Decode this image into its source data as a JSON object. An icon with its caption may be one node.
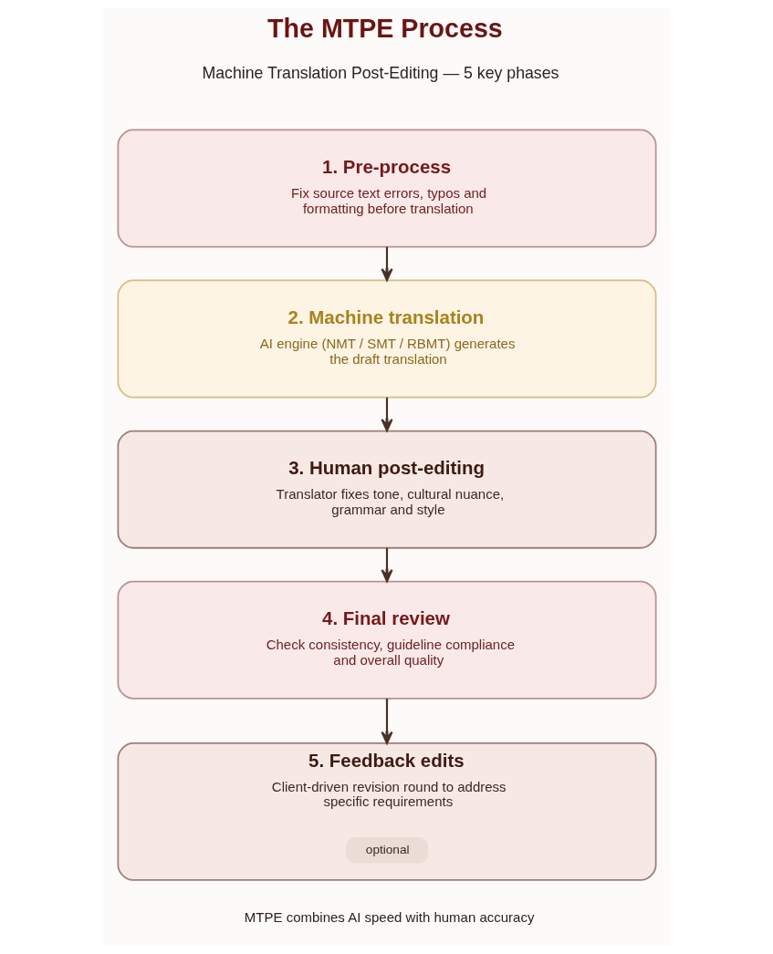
{
  "diagram": {
    "title": "The MTPE Process",
    "caption": "MTPE combines AI speed with human accuracy",
    "nodes": [
      {
        "text": [
          "1. Pre-process",
          "Fix source text errors, typos and formatting before translation"
        ]
      },
      {
        "text": [
          "2. Machine translation",
          "AI engine (NMT / SMT / RBMT) generates the draft translation"
        ]
      },
      {
        "text": [
          "3. Human post-editing",
          "Translator fixes tone, cultural nuance, grammar and style"
        ]
      },
      {
        "text": [
          "4. Final review",
          "Check consistency, guideline compliance and overall quality"
        ]
      },
      {
        "text": [
          "5. Feedback edits",
          "Client-driven revision round to address specific requirements"
        ]
      },
      {
        "text": [
          "optional"
        ],
        "in": 4
      }
    ],
    "edges": [
      {
        "from": 0,
        "to": 1,
        "arrow": "to"
      },
      {
        "from": 1,
        "to": 2,
        "arrow": "to"
      },
      {
        "from": 2,
        "to": 3,
        "arrow": "to"
      },
      {
        "from": 3,
        "to": 4,
        "arrow": "to"
      }
    ],
    "labels": [
      "Machine Translation Post-Editing — 5 key phases"
    ]
  }
}
